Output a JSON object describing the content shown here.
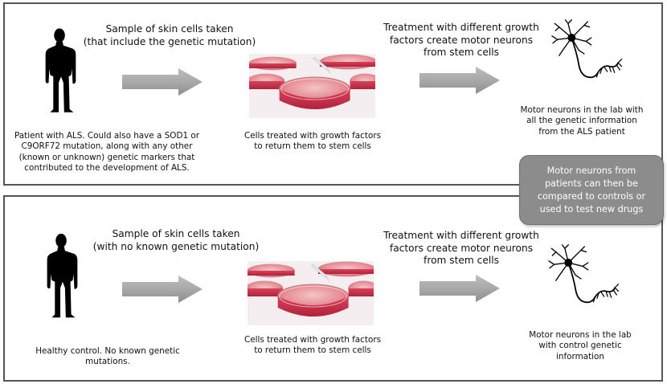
{
  "panels": [
    {
      "step1": "Sample of skin cells taken\n(that include the genetic mutation)",
      "patient": "Patient with ALS. Could also have a SOD1 or\nC9ORF72 mutation, along with any other\n(known or unknown) genetic markers that\ncontributed to the development of ALS.",
      "cells": "Cells treated with growth factors\nto return them to stem cells",
      "step2": "Treatment with different growth\nfactors create motor neurons\nfrom stem cells",
      "neurons": "Motor neurons in the lab with\nall the genetic information\nfrom the ALS patient"
    },
    {
      "step1": "Sample of skin cells taken\n(with no known genetic mutation)",
      "patient": "Healthy control. No known genetic\nmutations.",
      "cells": "Cells treated with growth factors\nto return them to stem cells",
      "step2": "Treatment with different growth\nfactors create motor neurons\nfrom stem cells",
      "neurons": "Motor neurons in the lab\nwith control genetic\ninformation"
    }
  ],
  "callout": "Motor neurons from\npatients can then be\ncompared to controls or\nused to test new drugs"
}
